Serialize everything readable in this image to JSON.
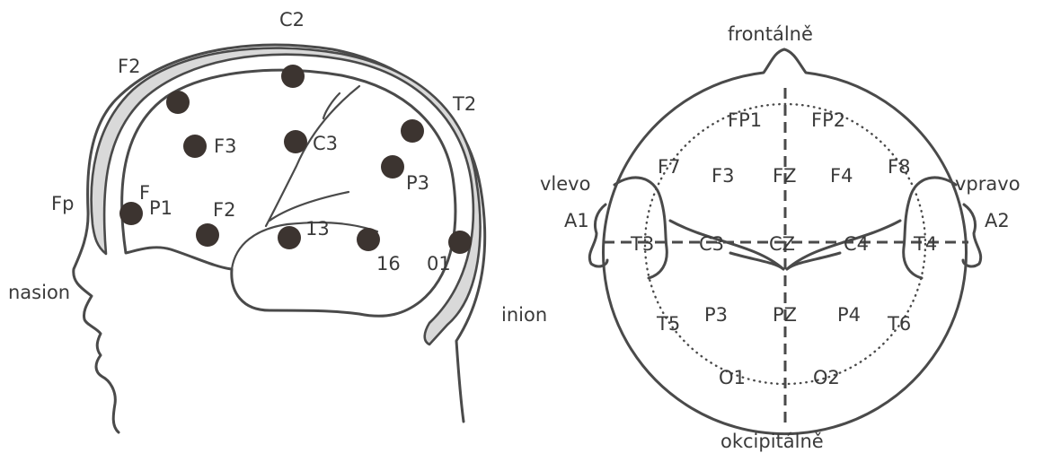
{
  "side_view": {
    "labels": {
      "c2": "C2",
      "f2_top": "F2",
      "t2": "T2",
      "fp": "Fp",
      "f_small": "F",
      "p1": "P1",
      "f3": "F3",
      "c3": "C3",
      "p3": "P3",
      "f2_low": "F2",
      "n13": "13",
      "n16": "16",
      "o1": "01",
      "nasion": "nasion",
      "inion": "inion"
    }
  },
  "top_view": {
    "labels": {
      "frontal": "frontálně",
      "occipital": "okcipitálně",
      "left": "vlevo",
      "right": "vpravo",
      "a1": "A1",
      "a2": "A2",
      "fp1": "FP1",
      "fp2": "FP2",
      "f7": "F7",
      "f3": "F3",
      "fz": "FZ",
      "f4": "F4",
      "f8": "F8",
      "t3": "T3",
      "c3": "C3",
      "cz": "CZ",
      "c4": "C4",
      "t4": "T4",
      "t5": "T5",
      "p3": "P3",
      "pz": "PZ",
      "p4": "P4",
      "t6": "T6",
      "o1": "O1",
      "o2": "O2"
    }
  },
  "colors": {
    "line": "#4a4a4a",
    "electrode": "#3c3430",
    "skull_band": "#d9d9d9",
    "background": "#ffffff"
  }
}
